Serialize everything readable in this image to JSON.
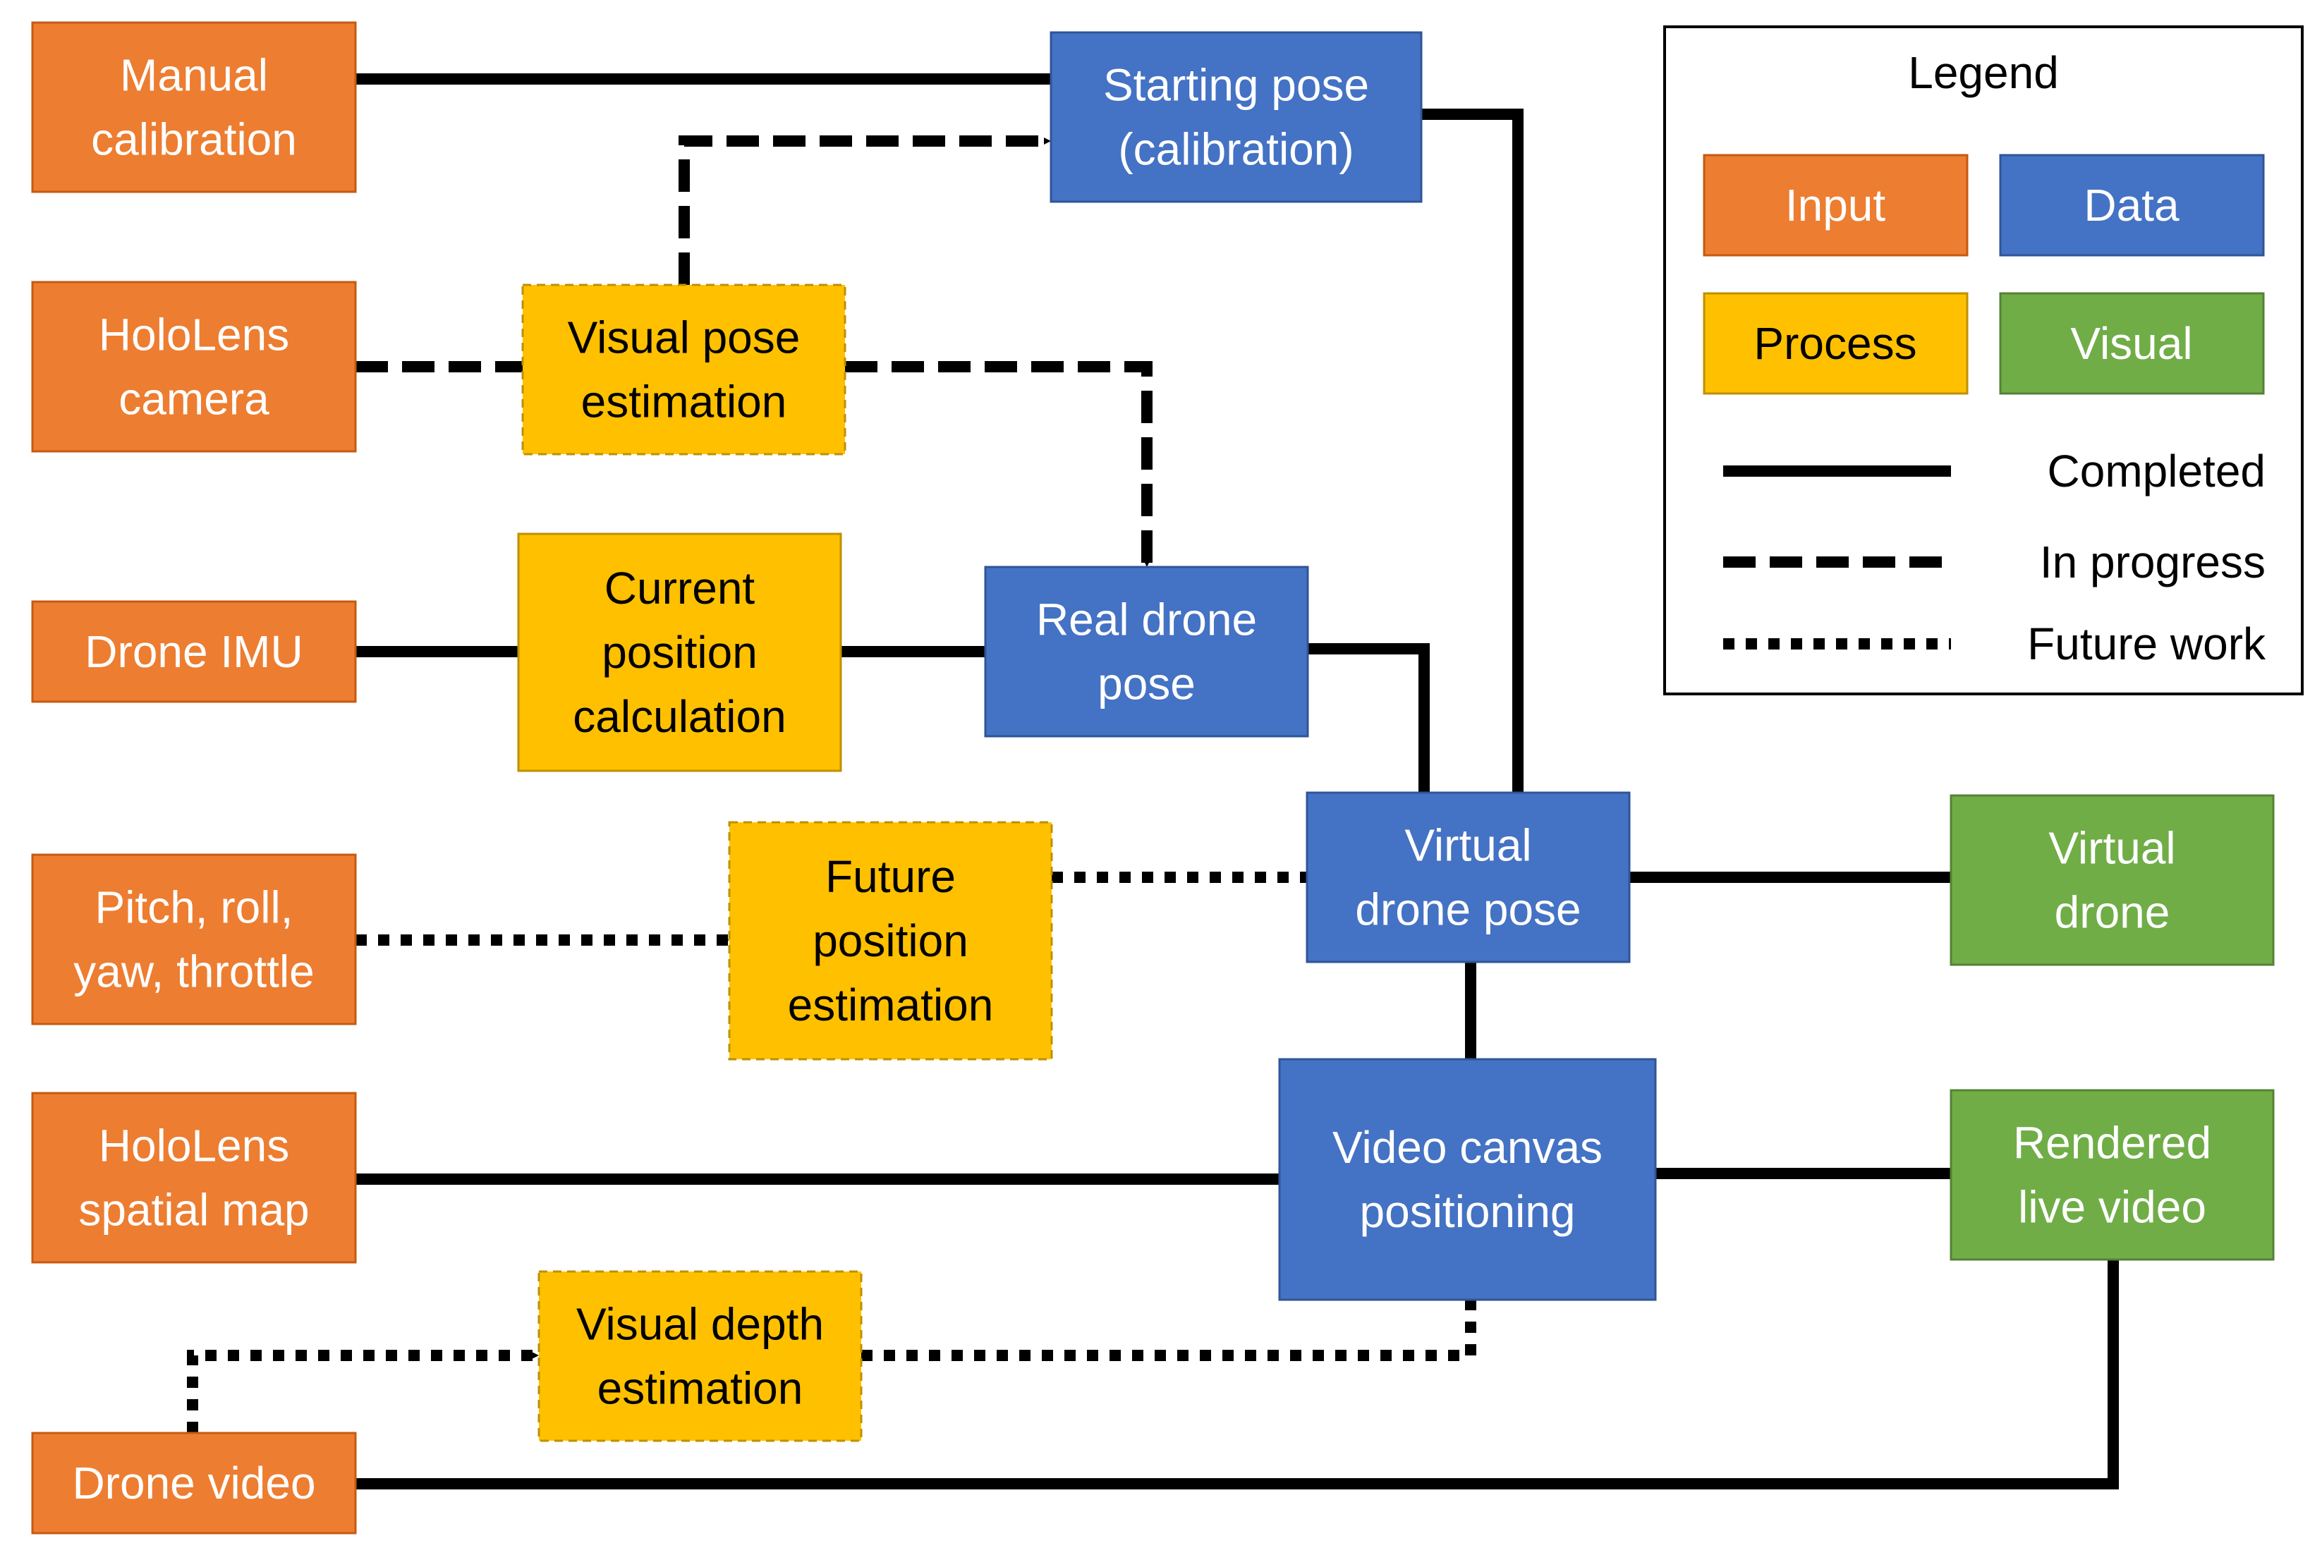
{
  "colors": {
    "input": "#ED7D31",
    "data": "#4472C4",
    "process": "#FFC000",
    "visual": "#70AD47",
    "input_border": "#C55A11",
    "data_border": "#2F5597",
    "process_border": "#BF9000",
    "visual_border": "#548235",
    "line": "#000000"
  },
  "nodes": {
    "manual_calibration": {
      "lines": [
        "Manual",
        "calibration"
      ],
      "kind": "input",
      "border": "solid"
    },
    "hololens_camera": {
      "lines": [
        "HoloLens",
        "camera"
      ],
      "kind": "input",
      "border": "solid"
    },
    "drone_imu": {
      "lines": [
        "Drone IMU"
      ],
      "kind": "input",
      "border": "solid"
    },
    "pitch_roll_yaw_throttle": {
      "lines": [
        "Pitch, roll,",
        "yaw, throttle"
      ],
      "kind": "input",
      "border": "solid"
    },
    "hololens_spatial_map": {
      "lines": [
        "HoloLens",
        "spatial map"
      ],
      "kind": "input",
      "border": "solid"
    },
    "drone_video": {
      "lines": [
        "Drone video"
      ],
      "kind": "input",
      "border": "solid"
    },
    "visual_pose_estimation": {
      "lines": [
        "Visual pose",
        "estimation"
      ],
      "kind": "process",
      "border": "dashed"
    },
    "current_position_calculation": {
      "lines": [
        "Current",
        "position",
        "calculation"
      ],
      "kind": "process",
      "border": "solid"
    },
    "future_position_estimation": {
      "lines": [
        "Future",
        "position",
        "estimation"
      ],
      "kind": "process",
      "border": "dashed"
    },
    "visual_depth_estimation": {
      "lines": [
        "Visual depth",
        "estimation"
      ],
      "kind": "process",
      "border": "dashed"
    },
    "starting_pose": {
      "lines": [
        "Starting pose",
        "(calibration)"
      ],
      "kind": "data",
      "border": "solid"
    },
    "real_drone_pose": {
      "lines": [
        "Real drone",
        "pose"
      ],
      "kind": "data",
      "border": "solid"
    },
    "virtual_drone_pose": {
      "lines": [
        "Virtual",
        "drone pose"
      ],
      "kind": "data",
      "border": "solid"
    },
    "video_canvas_positioning": {
      "lines": [
        "Video canvas",
        "positioning"
      ],
      "kind": "data",
      "border": "solid"
    },
    "virtual_drone": {
      "lines": [
        "Virtual",
        "drone"
      ],
      "kind": "visual",
      "border": "solid"
    },
    "rendered_live_video": {
      "lines": [
        "Rendered",
        "live video"
      ],
      "kind": "visual",
      "border": "solid"
    }
  },
  "edges": [
    {
      "from": "manual_calibration",
      "to": "starting_pose",
      "style": "completed"
    },
    {
      "from": "hololens_camera",
      "to": "visual_pose_estimation",
      "style": "in_progress"
    },
    {
      "from": "visual_pose_estimation",
      "to": "starting_pose",
      "style": "in_progress"
    },
    {
      "from": "visual_pose_estimation",
      "to": "real_drone_pose",
      "style": "in_progress"
    },
    {
      "from": "drone_imu",
      "to": "current_position_calculation",
      "style": "completed"
    },
    {
      "from": "current_position_calculation",
      "to": "real_drone_pose",
      "style": "completed"
    },
    {
      "from": "starting_pose",
      "to": "virtual_drone_pose",
      "style": "completed"
    },
    {
      "from": "real_drone_pose",
      "to": "virtual_drone_pose",
      "style": "completed"
    },
    {
      "from": "pitch_roll_yaw_throttle",
      "to": "future_position_estimation",
      "style": "future_work"
    },
    {
      "from": "future_position_estimation",
      "to": "virtual_drone_pose",
      "style": "future_work"
    },
    {
      "from": "virtual_drone_pose",
      "to": "virtual_drone",
      "style": "completed"
    },
    {
      "from": "virtual_drone_pose",
      "to": "video_canvas_positioning",
      "style": "completed"
    },
    {
      "from": "hololens_spatial_map",
      "to": "video_canvas_positioning",
      "style": "completed"
    },
    {
      "from": "video_canvas_positioning",
      "to": "rendered_live_video",
      "style": "completed"
    },
    {
      "from": "drone_video",
      "to": "visual_depth_estimation",
      "style": "future_work"
    },
    {
      "from": "visual_depth_estimation",
      "to": "video_canvas_positioning",
      "style": "future_work"
    },
    {
      "from": "drone_video",
      "to": "rendered_live_video",
      "style": "completed"
    }
  ],
  "legend": {
    "title": "Legend",
    "kinds": [
      {
        "kind": "input",
        "label": "Input"
      },
      {
        "kind": "data",
        "label": "Data"
      },
      {
        "kind": "process",
        "label": "Process"
      },
      {
        "kind": "visual",
        "label": "Visual"
      }
    ],
    "lines": [
      {
        "style": "completed",
        "label": "Completed"
      },
      {
        "style": "in_progress",
        "label": "In progress"
      },
      {
        "style": "future_work",
        "label": "Future work"
      }
    ]
  }
}
